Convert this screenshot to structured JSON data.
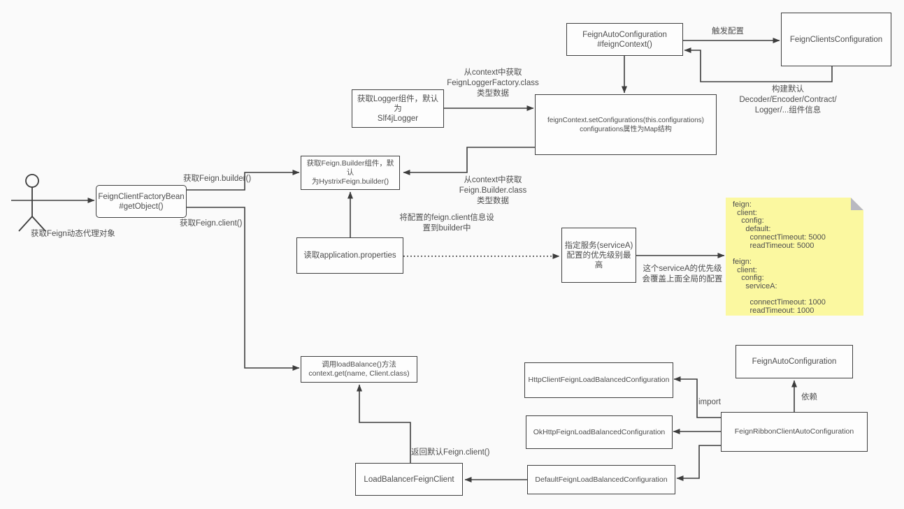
{
  "colors": {
    "background": "#fafafa",
    "box_fill": "#fdfdfd",
    "box_border": "#3e3e3e",
    "line": "#3c3c3c",
    "text": "#4d4d4d",
    "note_fill": "#fbf8a0",
    "note_fold": "#b9b9c1"
  },
  "actor": {
    "label": "获取Feign动态代理对象"
  },
  "nodes": {
    "feign_auto_top": "FeignAutoConfiguration\n#feignContext()",
    "feign_clients_configuration": "FeignClientsConfiguration",
    "set_configurations": "feignContext.setConfigurations(this.configurations)\nconfigurations属性为Map结构",
    "get_logger": "获取Logger组件，默认为\nSlf4jLogger",
    "get_builder": "获取Feign.Builder组件，默认\n为HystrixFeign.builder()",
    "factory_bean": "FeignClientFactoryBean\n#getObject()",
    "read_properties": "读取application.properties",
    "service_a": "指定服务(serviceA)\n配置的优先级别最高",
    "load_balance": "调用loadBalance()方法\ncontext.get(name, Client.class)",
    "http_client_config": "HttpClientFeignLoadBalancedConfiguration",
    "okhttp_config": "OkHttpFeignLoadBalancedConfiguration",
    "default_config": "DefaultFeignLoadBalancedConfiguration",
    "load_balancer_client": "LoadBalancerFeignClient",
    "feign_ribbon": "FeignRibbonClientAutoConfiguration",
    "feign_auto_bottom": "FeignAutoConfiguration"
  },
  "edge_labels": {
    "trigger_config": "触发配置",
    "build_default": "构建默认\nDecoder/Encoder/Contract/\nLogger/...组件信息",
    "from_context_logger": "从context中获取\nFeignLoggerFactory.class\n类型数据",
    "from_context_builder": "从context中获取\nFeign.Builder.class\n类型数据",
    "get_feign_builder": "获取Feign.builder()",
    "get_feign_client": "获取Feign.client()",
    "set_to_builder": "将配置的feign.client信息设\n置到builder中",
    "service_a_priority": "这个serviceA的优先级\n会覆盖上面全局的配置",
    "return_default_client": "返回默认Feign.client()",
    "import_label": "import",
    "depends": "依赖"
  },
  "note": {
    "text": "feign:\n  client:\n    config:\n      default:\n        connectTimeout: 5000\n        readTimeout: 5000\n\nfeign:\n  client:\n    config:\n      serviceA:\n\n        connectTimeout: 1000\n        readTimeout: 1000"
  }
}
